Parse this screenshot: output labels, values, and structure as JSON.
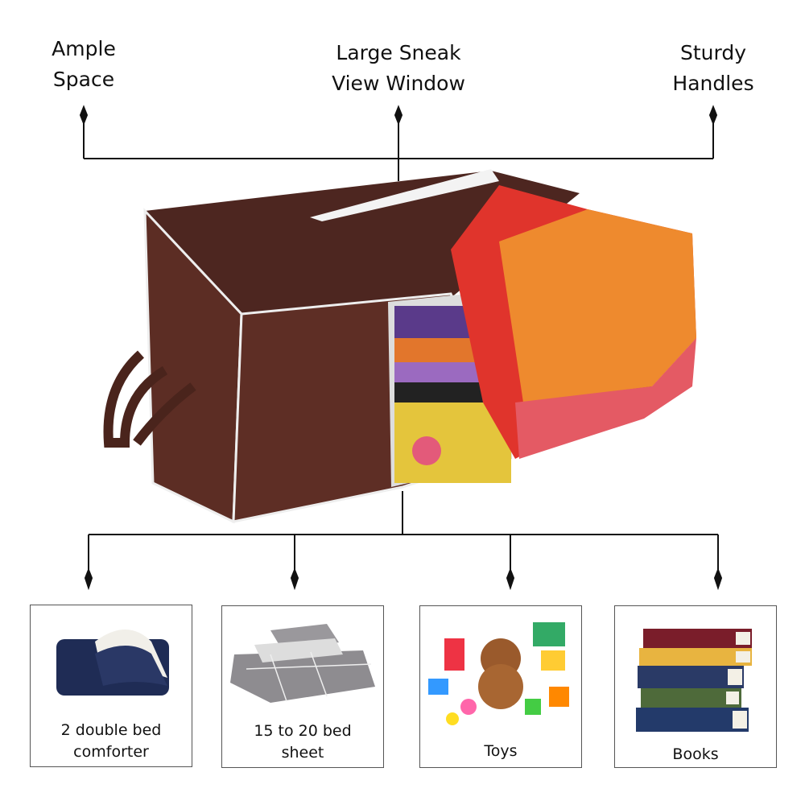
{
  "features": {
    "ample_space": {
      "line1": "Ample",
      "line2": "Space"
    },
    "sneak_window": {
      "line1": "Large Sneak",
      "line2": "View Window"
    },
    "handles": {
      "line1": "Sturdy",
      "line2": "Handles"
    }
  },
  "capacity": [
    {
      "line1": "2 double bed",
      "line2": "comforter",
      "icon": "comforter"
    },
    {
      "line1": "15 to 20 bed",
      "line2": "sheet",
      "icon": "bed-sheet"
    },
    {
      "line1": "Toys",
      "line2": "",
      "icon": "toys"
    },
    {
      "line1": "Books",
      "line2": "",
      "icon": "books"
    }
  ],
  "colors": {
    "bag": "#5a2b22",
    "trim": "#f2f2f2",
    "line": "#111111"
  }
}
